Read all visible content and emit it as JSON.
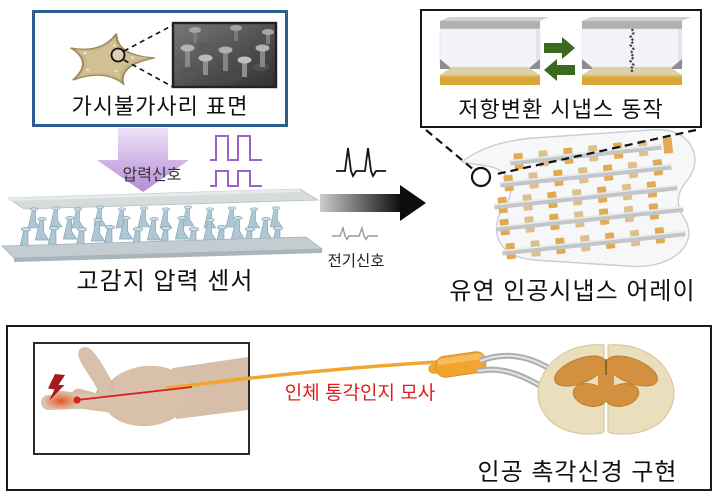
{
  "labels": {
    "starfish_caption": "가시불가사리 표면",
    "synapse_caption": "저항변환 시냅스 동작",
    "pressure_signal": "압력신호",
    "sensor_label": "고감지 압력 센서",
    "electric_signal": "전기신호",
    "array_label": "유연 인공시냅스 어레이",
    "pain_annotation": "인체 통각인지 모사",
    "nerve_label": "인공 촉각신경 구현"
  },
  "colors": {
    "starfish_box_border": "#2d5d8e",
    "black_box_border": "#1a1a1a",
    "pulse_purple": "#9c63c6",
    "pressure_arrow_purple": "#b78bd8",
    "toggle_arrow_green": "#3c681f",
    "electrode_gold": "#d7a73a",
    "pad_gold": "#e2ab52",
    "pillar_blue": "#aec7d4",
    "nerve_orange": "#f0a62f",
    "pain_red": "#d81f1f",
    "spinal_cream": "#e9dfbc",
    "gray_matter_orange": "#d3913f",
    "starfish_tan": "#c9b688"
  }
}
